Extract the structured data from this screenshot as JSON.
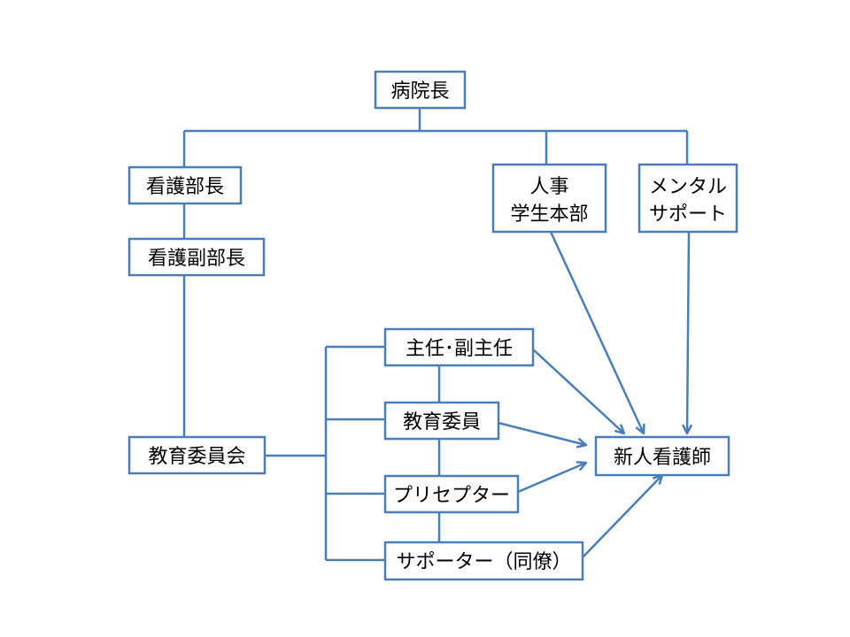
{
  "nodes": {
    "director": "病院長",
    "nursing_director": "看護部長",
    "hr_line1": "人事",
    "hr_line2": "学生本部",
    "mental_line1": "メンタル",
    "mental_line2": "サポート",
    "deputy_director": "看護副部長",
    "chief": "主任･副主任",
    "edu_member": "教育委員",
    "preceptor": "プリセプター",
    "peer_supporter": "サポーター（同僚）",
    "edu_committee": "教育委員会",
    "new_nurse": "新人看護師"
  },
  "colors": {
    "line": "#4a7ebb",
    "box_fill": "#ffffff",
    "text": "#000000"
  }
}
